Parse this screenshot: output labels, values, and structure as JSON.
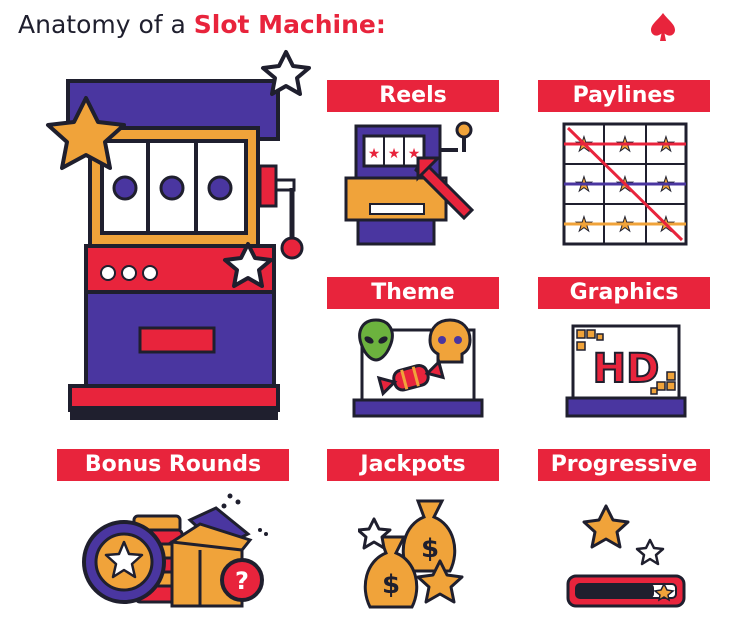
{
  "header": {
    "title_prefix": "Anatomy of a ",
    "title_accent": "Slot Machine:"
  },
  "logo_icon": "spade-icon",
  "colors": {
    "red": "#e8243c",
    "purple": "#4a36a0",
    "orange": "#f0a33a",
    "navy": "#1f1f2e",
    "green": "#6cb23e"
  },
  "sections": {
    "reels": "Reels",
    "paylines": "Paylines",
    "theme": "Theme",
    "graphics": "Graphics",
    "bonus_rounds": "Bonus Rounds",
    "jackpots": "Jackpots",
    "progressive": "Progressive"
  },
  "graphics_art_text": "HD"
}
